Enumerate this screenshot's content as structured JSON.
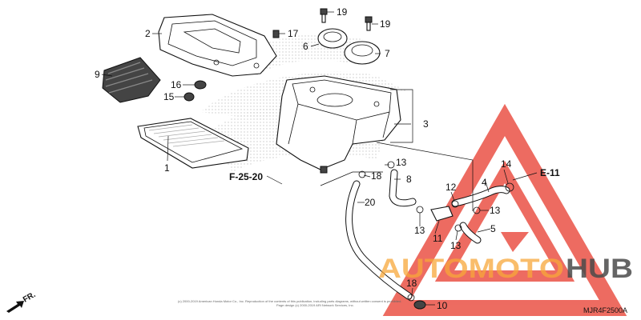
{
  "callouts": [
    {
      "id": "1",
      "label": "1"
    },
    {
      "id": "2",
      "label": "2"
    },
    {
      "id": "3",
      "label": "3"
    },
    {
      "id": "4",
      "label": "4"
    },
    {
      "id": "5",
      "label": "5"
    },
    {
      "id": "6",
      "label": "6"
    },
    {
      "id": "7",
      "label": "7"
    },
    {
      "id": "8",
      "label": "8"
    },
    {
      "id": "9",
      "label": "9"
    },
    {
      "id": "10",
      "label": "10"
    },
    {
      "id": "11",
      "label": "11"
    },
    {
      "id": "12",
      "label": "12"
    },
    {
      "id": "13",
      "label": "13"
    },
    {
      "id": "14",
      "label": "14"
    },
    {
      "id": "15",
      "label": "15"
    },
    {
      "id": "16",
      "label": "16"
    },
    {
      "id": "17",
      "label": "17"
    },
    {
      "id": "18",
      "label": "18"
    },
    {
      "id": "19",
      "label": "19"
    },
    {
      "id": "20",
      "label": "20"
    }
  ],
  "references": {
    "f25_20": "F-25-20",
    "e11": "E-11"
  },
  "front_arrow": "FR.",
  "diagram_code": "MJR4F2500A",
  "copyright_line1": "(c) 2000-2019 American Honda Motor Co., Inc. Reproduction of the contents of this publication, including parts diagrams, without written consent is prohibited.",
  "copyright_line2": "Page design (c) 2000-2019 ARI Network Services, Inc.",
  "watermark": {
    "part1": "AUTOMOTO",
    "part2": "HUB"
  },
  "colors": {
    "watermark_red": "#e9473a",
    "watermark_orange": "#f7a73a",
    "watermark_gray": "#4a4a4a",
    "line": "#111111"
  }
}
